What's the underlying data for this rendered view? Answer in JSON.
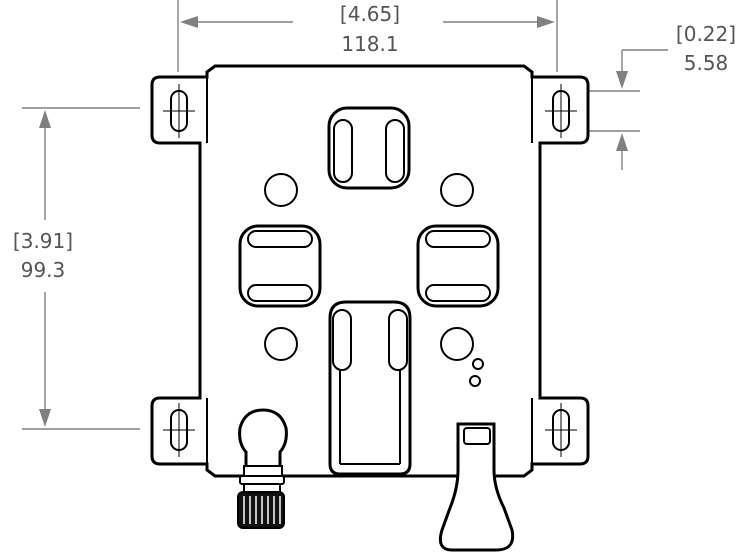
{
  "dimensions": {
    "width": {
      "inch": "[4.65]",
      "mm": "118.1"
    },
    "height": {
      "inch": "[3.91]",
      "mm": "99.3"
    },
    "slot": {
      "inch": "[0.22]",
      "mm": "5.58"
    }
  }
}
